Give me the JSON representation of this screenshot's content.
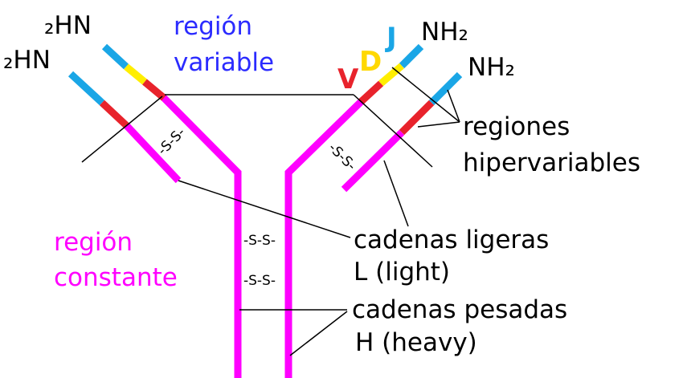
{
  "colors": {
    "heavy_chain": "#ff00ff",
    "light_chain": "#ff00ff",
    "variable_blue": "#1aa6e6",
    "hypervariable_red": "#e8232c",
    "d_segment_yellow": "#ffee00",
    "region_variable_text": "#2b2bff",
    "region_constante_text": "#ff00ff",
    "v_text": "#e8232c",
    "d_text": "#ffd800",
    "j_text": "#1aa6e6",
    "black": "#000000"
  },
  "terminals": {
    "left_upper": "₂HN",
    "left_lower": "₂HN",
    "right_upper": "NH₂",
    "right_lower": "NH₂"
  },
  "segments": {
    "v": "V",
    "d": "D",
    "j": "J"
  },
  "labels": {
    "region_variable_1": "región",
    "region_variable_2": "variable",
    "region_constante_1": "región",
    "region_constante_2": "constante",
    "hypervariable_1": "regiones",
    "hypervariable_2": "hipervariables",
    "light_1": "cadenas ligeras",
    "light_2": "L (light)",
    "heavy_1": "cadenas pesadas",
    "heavy_2": "H (heavy)"
  },
  "disulfide": "-S-S-"
}
